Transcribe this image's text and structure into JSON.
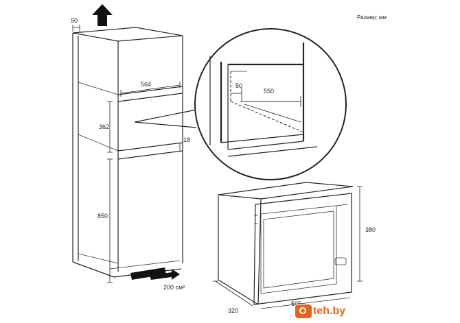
{
  "units_label": "Размер: мм",
  "dimensions": {
    "top_gap": "50",
    "niche_width": "564",
    "niche_height": "362",
    "shelf_thickness": "18",
    "floor_height": "850",
    "vent_area": "200 см²",
    "detail_offset": "50",
    "detail_depth": "550",
    "appliance_height": "380",
    "appliance_depth": "320",
    "appliance_width": "595"
  },
  "watermark": "teh.by",
  "colors": {
    "line": "#222222",
    "brand": "#e8631b"
  },
  "icons": [
    "up-arrow-icon",
    "airflow-arrow-icon"
  ]
}
